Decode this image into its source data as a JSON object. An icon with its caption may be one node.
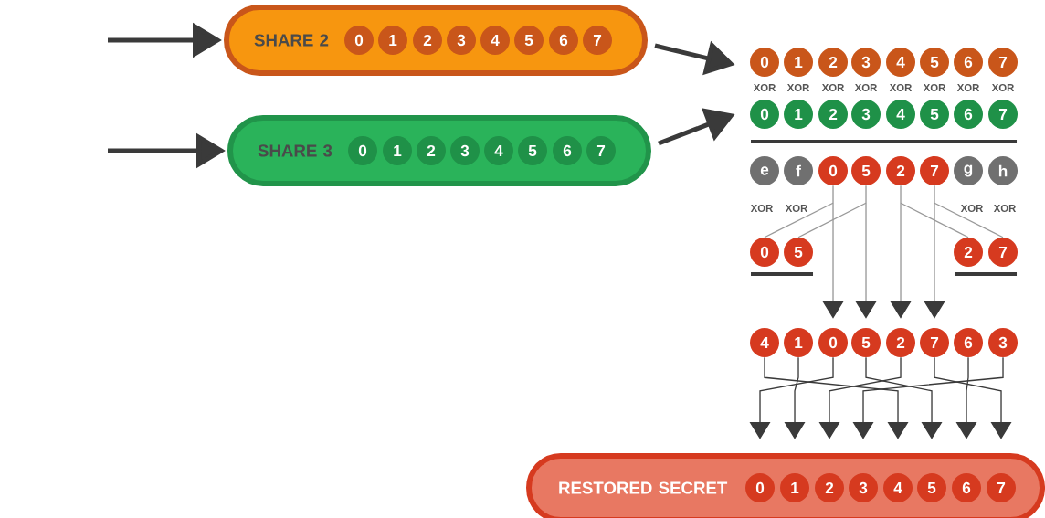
{
  "diagram": {
    "nodes": [
      {
        "text": [
          "SHARE 2"
        ]
      },
      {
        "text": [
          "0"
        ],
        "in": 0
      },
      {
        "text": [
          "1"
        ],
        "in": 0
      },
      {
        "text": [
          "2"
        ],
        "in": 0
      },
      {
        "text": [
          "3"
        ],
        "in": 0
      },
      {
        "text": [
          "4"
        ],
        "in": 0
      },
      {
        "text": [
          "5"
        ],
        "in": 0
      },
      {
        "text": [
          "6"
        ],
        "in": 0
      },
      {
        "text": [
          "7"
        ],
        "in": 0
      },
      {
        "text": [
          "SHARE 3"
        ]
      },
      {
        "text": [
          "0"
        ],
        "in": 9
      },
      {
        "text": [
          "1"
        ],
        "in": 9
      },
      {
        "text": [
          "2"
        ],
        "in": 9
      },
      {
        "text": [
          "3"
        ],
        "in": 9
      },
      {
        "text": [
          "4"
        ],
        "in": 9
      },
      {
        "text": [
          "5"
        ],
        "in": 9
      },
      {
        "text": [
          "6"
        ],
        "in": 9
      },
      {
        "text": [
          "7"
        ],
        "in": 9
      },
      {
        "text": [
          "0"
        ]
      },
      {
        "text": [
          "1"
        ]
      },
      {
        "text": [
          "2"
        ]
      },
      {
        "text": [
          "3"
        ]
      },
      {
        "text": [
          "4"
        ]
      },
      {
        "text": [
          "5"
        ]
      },
      {
        "text": [
          "6"
        ]
      },
      {
        "text": [
          "7"
        ]
      },
      {
        "text": [
          "0"
        ]
      },
      {
        "text": [
          "1"
        ]
      },
      {
        "text": [
          "2"
        ]
      },
      {
        "text": [
          "3"
        ]
      },
      {
        "text": [
          "4"
        ]
      },
      {
        "text": [
          "5"
        ]
      },
      {
        "text": [
          "6"
        ]
      },
      {
        "text": [
          "7"
        ]
      },
      {
        "text": [
          "e"
        ]
      },
      {
        "text": [
          "f"
        ]
      },
      {
        "text": [
          "0"
        ]
      },
      {
        "text": [
          "5"
        ]
      },
      {
        "text": [
          "2"
        ]
      },
      {
        "text": [
          "7"
        ]
      },
      {
        "text": [
          "g"
        ]
      },
      {
        "text": [
          "h"
        ]
      },
      {
        "text": [
          "0"
        ]
      },
      {
        "text": [
          "5"
        ]
      },
      {
        "text": [
          "2"
        ]
      },
      {
        "text": [
          "7"
        ]
      },
      {
        "text": [
          "4"
        ]
      },
      {
        "text": [
          "1"
        ]
      },
      {
        "text": [
          "0"
        ]
      },
      {
        "text": [
          "5"
        ]
      },
      {
        "text": [
          "2"
        ]
      },
      {
        "text": [
          "7"
        ]
      },
      {
        "text": [
          "6"
        ]
      },
      {
        "text": [
          "3"
        ]
      },
      {
        "text": [
          "RESTORED SECRET"
        ]
      },
      {
        "text": [
          "0"
        ],
        "in": 54
      },
      {
        "text": [
          "1"
        ],
        "in": 54
      },
      {
        "text": [
          "2"
        ],
        "in": 54
      },
      {
        "text": [
          "3"
        ],
        "in": 54
      },
      {
        "text": [
          "4"
        ],
        "in": 54
      },
      {
        "text": [
          "5"
        ],
        "in": 54
      },
      {
        "text": [
          "6"
        ],
        "in": 54
      },
      {
        "text": [
          "7"
        ],
        "in": 54
      }
    ],
    "edges": [
      {
        "from": null,
        "to": 0,
        "arrow": "to",
        "style": "thick"
      },
      {
        "from": null,
        "to": 9,
        "arrow": "to",
        "style": "thick"
      },
      {
        "from": 0,
        "to": 18,
        "arrow": "to",
        "style": "thick"
      },
      {
        "from": 9,
        "to": 26,
        "arrow": "to",
        "style": "thick"
      },
      {
        "from": 36,
        "to": 48,
        "arrow": "to",
        "color": "#999999"
      },
      {
        "from": 37,
        "to": 49,
        "arrow": "to",
        "color": "#999999"
      },
      {
        "from": 38,
        "to": 50,
        "arrow": "to",
        "color": "#999999"
      },
      {
        "from": 39,
        "to": 51,
        "arrow": "to",
        "color": "#999999"
      },
      {
        "from": 36,
        "to": 42,
        "arrow": "none",
        "color": "#999999"
      },
      {
        "from": 37,
        "to": 43,
        "arrow": "none",
        "color": "#999999"
      },
      {
        "from": 38,
        "to": 44,
        "arrow": "none",
        "color": "#999999"
      },
      {
        "from": 39,
        "to": 45,
        "arrow": "none",
        "color": "#999999"
      },
      {
        "from": 46,
        "to": 59,
        "arrow": "to"
      },
      {
        "from": 47,
        "to": 56,
        "arrow": "to"
      },
      {
        "from": 48,
        "to": 55,
        "arrow": "to"
      },
      {
        "from": 49,
        "to": 60,
        "arrow": "to"
      },
      {
        "from": 50,
        "to": 57,
        "arrow": "to"
      },
      {
        "from": 51,
        "to": 62,
        "arrow": "to"
      },
      {
        "from": 52,
        "to": 61,
        "arrow": "to"
      },
      {
        "from": 53,
        "to": 58,
        "arrow": "to"
      }
    ],
    "labels": [
      "XOR",
      "XOR",
      "XOR",
      "XOR",
      "XOR",
      "XOR",
      "XOR",
      "XOR",
      "XOR",
      "XOR",
      "XOR",
      "XOR"
    ]
  }
}
